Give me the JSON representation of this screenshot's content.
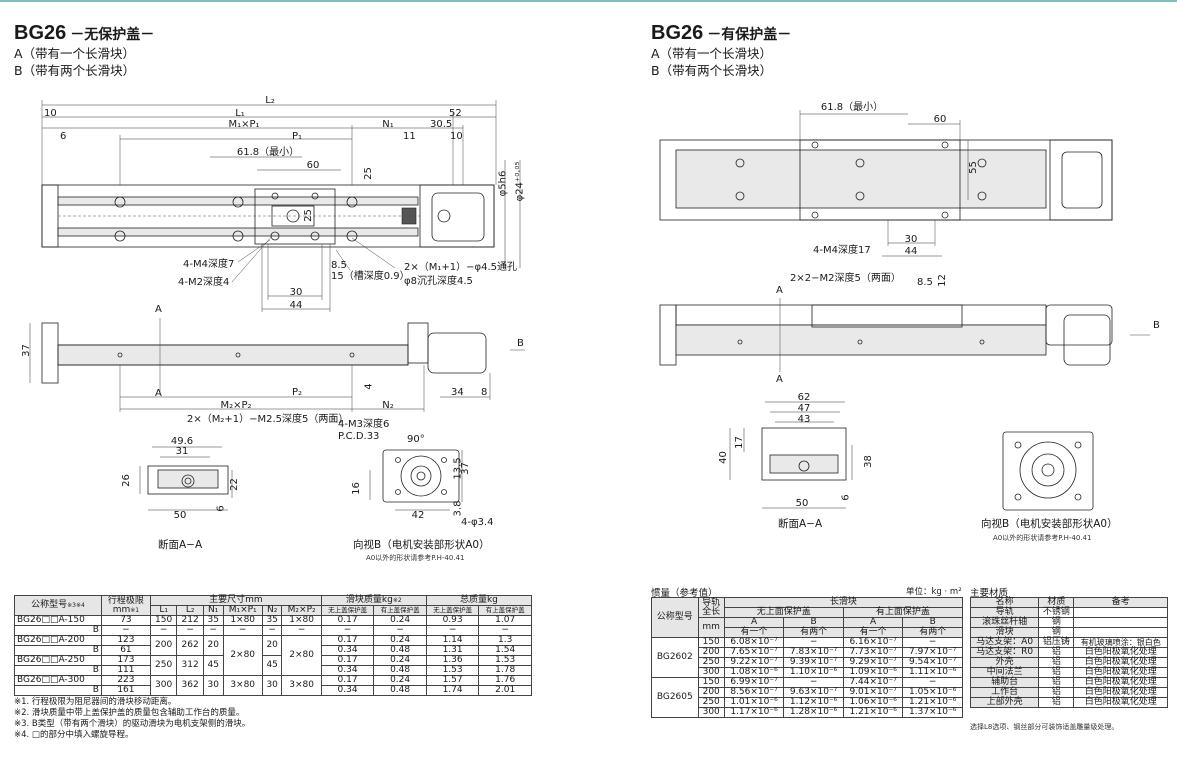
{
  "left": {
    "title": "BG26",
    "title_suffix": "－无保护盖－",
    "line_a": "A（带有一个长滑块）",
    "line_b": "B（带有两个长滑块）",
    "top_dims": {
      "l2": "L₂",
      "d10a": "10",
      "l1": "L₁",
      "d52": "52",
      "m1p1": "M₁×P₁",
      "n1": "N₁",
      "d30_5": "30.5",
      "d6": "6",
      "p1": "P₁",
      "d11": "11",
      "d10b": "10",
      "d61_8": "61.8（最小）",
      "d60": "60",
      "d25a": "25",
      "d25b": "25",
      "phi5": "φ5h6",
      "phi24": "φ24⁺⁰·⁰⁵",
      "m4": "4-M4深度7",
      "m2": "4-M2深度4",
      "d8_5": "8.5",
      "groove": "15（槽深度0.9）",
      "holes": "2×（M₁+1）−φ4.5通孔",
      "cb": "φ8沉孔深度4.5",
      "d30": "30",
      "d44": "44"
    },
    "side_dims": {
      "a_top": "A",
      "a_bot": "A",
      "b": "B",
      "d37": "37",
      "d4": "4",
      "p2": "P₂",
      "d34": "34",
      "d8": "8",
      "m2p2": "M₂×P₂",
      "n2": "N₂",
      "holes2": "2×（M₂+1）−M2.5深度5（两面）"
    },
    "sec": {
      "d49_6": "49.6",
      "d31": "31",
      "d26": "26",
      "d22": "22",
      "d6": "6",
      "d50": "50",
      "caption": "断面A−A"
    },
    "view": {
      "m3": "4-M3深度6",
      "pcd": "P.C.D.33",
      "ang": "90°",
      "d13_5": "13.5",
      "d37": "37",
      "d16": "16",
      "d3_8": "3.8",
      "d42": "42",
      "phi3_4": "4-φ3.4",
      "caption": "向视B（电机安装部形状A0）",
      "note": "A0以外的形状请参考P.H-40.41"
    }
  },
  "right": {
    "title": "BG26",
    "title_suffix": "－有保护盖－",
    "line_a": "A（带有一个长滑块）",
    "line_b": "B（带有两个长滑块）",
    "top_dims": {
      "d61_8": "61.8（最小）",
      "d60": "60",
      "d55": "55",
      "d30": "30",
      "d44": "44",
      "m4": "4-M4深度17"
    },
    "side_dims": {
      "m2": "2×2−M2深度5（两面）",
      "d8_5": "8.5",
      "d12": "12",
      "a_top": "A",
      "a_bot": "A",
      "b": "B"
    },
    "sec": {
      "d62": "62",
      "d47": "47",
      "d43": "43",
      "d40": "40",
      "d17": "17",
      "d38": "38",
      "d6": "6",
      "d50": "50",
      "caption": "断面A−A"
    },
    "view": {
      "caption": "向视B（电机安装部形状A0）",
      "note": "A0以外的形状请参考P.H-40.41"
    }
  },
  "spec": {
    "h_model": "公称型号",
    "h_model_note": "※3※4",
    "h_stroke": "行程极限",
    "h_stroke_unit": "mm",
    "h_stroke_note": "※1",
    "h_main": "主要尺寸mm",
    "h_slider_mass": "滑块质量kg",
    "h_slider_note": "※2",
    "h_total_mass": "总质量kg",
    "cols": [
      "L₁",
      "L₂",
      "N₁",
      "M₁×P₁",
      "N₂",
      "M₂×P₂"
    ],
    "mass_cols": [
      "无上盖保护盖",
      "有上盖保护盖",
      "无上盖保护盖",
      "有上盖保护盖"
    ],
    "rows": [
      {
        "model": "BG26□□A-150",
        "stroke": "73",
        "L1": "150",
        "L2": "212",
        "N1": "35",
        "M1P1": "1×80",
        "N2": "35",
        "M2P2": "1×80",
        "m1": "0.17",
        "m2": "0.24",
        "t1": "0.93",
        "t2": "1.07"
      },
      {
        "model": "B",
        "stroke": "−",
        "L1": "−",
        "L2": "−",
        "N1": "−",
        "M1P1": "−",
        "N2": "−",
        "M2P2": "−",
        "m1": "−",
        "m2": "−",
        "t1": "−",
        "t2": "−"
      },
      {
        "model": "BG26□□A-200",
        "stroke": "123",
        "m1": "0.17",
        "m2": "0.24",
        "t1": "1.14",
        "t2": "1.3"
      },
      {
        "model": "B",
        "stroke": "61",
        "m1": "0.34",
        "m2": "0.48",
        "t1": "1.31",
        "t2": "1.54"
      },
      {
        "model": "BG26□□A-250",
        "stroke": "173",
        "m1": "0.17",
        "m2": "0.24",
        "t1": "1.36",
        "t2": "1.53"
      },
      {
        "model": "B",
        "stroke": "111",
        "m1": "0.34",
        "m2": "0.48",
        "t1": "1.53",
        "t2": "1.78"
      },
      {
        "model": "BG26□□A-300",
        "stroke": "223",
        "m1": "0.17",
        "m2": "0.24",
        "t1": "1.57",
        "t2": "1.76"
      },
      {
        "model": "B",
        "stroke": "161",
        "m1": "0.34",
        "m2": "0.48",
        "t1": "1.74",
        "t2": "2.01"
      }
    ],
    "merged": [
      {
        "L1": "200",
        "L2": "262",
        "N1": "20",
        "N2": "20"
      },
      {
        "L1": "250",
        "L2": "312",
        "N1": "45",
        "N2": "45"
      },
      {
        "L1": "300",
        "L2": "362",
        "N1": "30",
        "M1P1": "3×80",
        "N2": "30",
        "M2P2": "3×80"
      }
    ],
    "merged_2x80": "2×80",
    "notes": [
      "※1. 行程极限为阻尼器间的滑块移动距离。",
      "※2. 滑块质量中带上盖保护盖的质量包含辅助工作台的质量。",
      "※3. B类型（带有两个滑块）的驱动滑块为电机支架侧的滑块。",
      "※4. □的部分中填入螺旋导程。"
    ]
  },
  "inertia": {
    "title": "惯量（参考值）",
    "unit": "单位：kg · m²",
    "h_model": "公称型号",
    "h_rail": "导轨",
    "h_len": "全长",
    "h_mm": "mm",
    "h_long": "长滑块",
    "h_no_cover": "无上面保护盖",
    "h_cover": "有上面保护盖",
    "h_a": "A",
    "h_b": "B",
    "h_one": "有一个",
    "h_two": "有两个",
    "groups": [
      {
        "model": "BG2602",
        "rows": [
          [
            "150",
            "6.08×10⁻⁷",
            "−",
            "6.16×10⁻⁷",
            "−"
          ],
          [
            "200",
            "7.65×10⁻⁷",
            "7.83×10⁻⁷",
            "7.73×10⁻⁷",
            "7.97×10⁻⁷"
          ],
          [
            "250",
            "9.22×10⁻⁷",
            "9.39×10⁻⁷",
            "9.29×10⁻⁷",
            "9.54×10⁻⁷"
          ],
          [
            "300",
            "1.08×10⁻⁶",
            "1.10×10⁻⁶",
            "1.09×10⁻⁶",
            "1.11×10⁻⁶"
          ]
        ]
      },
      {
        "model": "BG2605",
        "rows": [
          [
            "150",
            "6.99×10⁻⁷",
            "−",
            "7.44×10⁻⁷",
            "−"
          ],
          [
            "200",
            "8.56×10⁻⁷",
            "9.63×10⁻⁷",
            "9.01×10⁻⁷",
            "1.05×10⁻⁶"
          ],
          [
            "250",
            "1.01×10⁻⁶",
            "1.12×10⁻⁶",
            "1.06×10⁻⁶",
            "1.21×10⁻⁶"
          ],
          [
            "300",
            "1.17×10⁻⁶",
            "1.28×10⁻⁶",
            "1.21×10⁻⁶",
            "1.37×10⁻⁶"
          ]
        ]
      }
    ]
  },
  "materials": {
    "title": "主要材质",
    "h_name": "名称",
    "h_mat": "材质",
    "h_note": "备考",
    "rows": [
      [
        "导轨",
        "不锈钢",
        ""
      ],
      [
        "滚珠丝杆轴",
        "钢",
        ""
      ],
      [
        "滑块",
        "钢",
        ""
      ],
      [
        "马达支架：A0",
        "铝压铸",
        "有机玻璃喷涂：银白色"
      ],
      [
        "马达支架：R0",
        "铝",
        "白色阳极氧化处理"
      ],
      [
        "外壳",
        "铝",
        "白色阳极氧化处理"
      ],
      [
        "中间法兰",
        "铝",
        "白色阳极氧化处理"
      ],
      [
        "辅助台",
        "铝",
        "白色阳极氧化处理"
      ],
      [
        "工作台",
        "铝",
        "白色阳极氧化处理"
      ],
      [
        "上部外壳",
        "铝",
        "白色阳极氧化处理"
      ]
    ],
    "note": "选择L8选项、钢丝部分可装饰适盖雕量级处理。"
  }
}
